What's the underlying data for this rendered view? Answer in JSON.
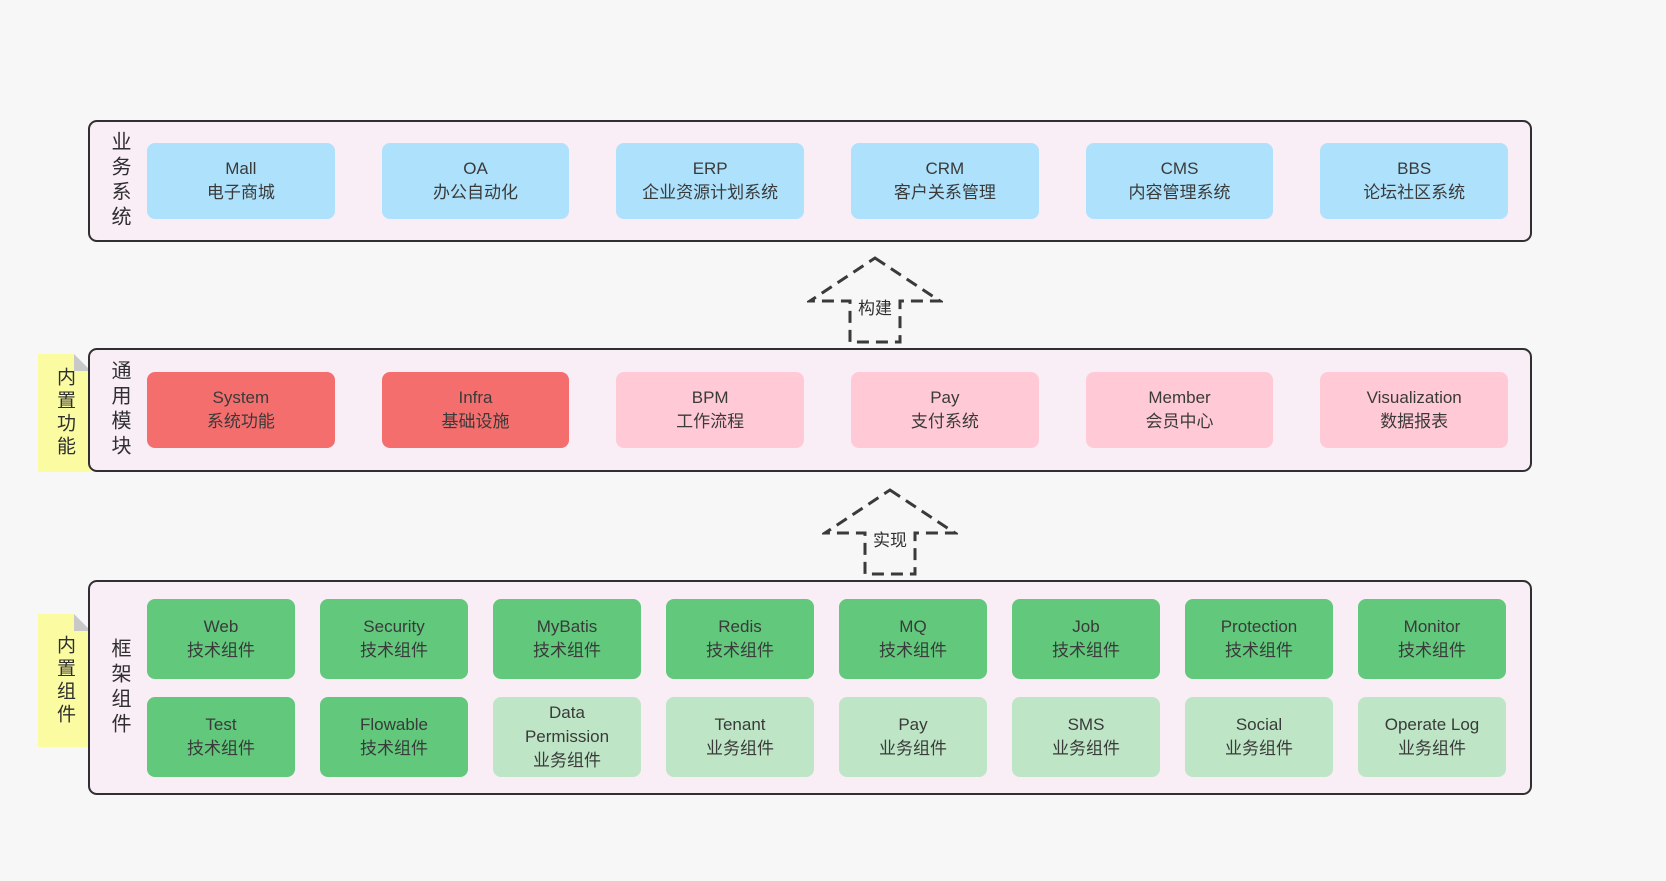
{
  "colors": {
    "page_bg": "#f7f7f7",
    "layer_bg": "#f9edf6",
    "layer_border": "#303030",
    "blue_box": "#aee1fb",
    "red_box": "#f56e6e",
    "pink_box": "#ffcad5",
    "green_box": "#61c87c",
    "light_green_box": "#bee6c6",
    "sticky_bg": "#fbfba1",
    "sticky_fold": "#c8c8c8",
    "arrow_stroke": "#3a3a3a",
    "text": "#3a3a3a"
  },
  "arrows": {
    "build": {
      "label": "构建"
    },
    "implement": {
      "label": "实现"
    }
  },
  "layers": {
    "business": {
      "side_label": "业务系统",
      "boxes": [
        {
          "title": "Mall",
          "subtitle": "电子商城",
          "variant": "blue"
        },
        {
          "title": "OA",
          "subtitle": "办公自动化",
          "variant": "blue"
        },
        {
          "title": "ERP",
          "subtitle": "企业资源计划系统",
          "variant": "blue"
        },
        {
          "title": "CRM",
          "subtitle": "客户关系管理",
          "variant": "blue"
        },
        {
          "title": "CMS",
          "subtitle": "内容管理系统",
          "variant": "blue"
        },
        {
          "title": "BBS",
          "subtitle": "论坛社区系统",
          "variant": "blue"
        }
      ]
    },
    "modules": {
      "side_label": "通用模块",
      "sticky_label": "内置功能",
      "boxes": [
        {
          "title": "System",
          "subtitle": "系统功能",
          "variant": "red"
        },
        {
          "title": "Infra",
          "subtitle": "基础设施",
          "variant": "red"
        },
        {
          "title": "BPM",
          "subtitle": "工作流程",
          "variant": "pink"
        },
        {
          "title": "Pay",
          "subtitle": "支付系统",
          "variant": "pink"
        },
        {
          "title": "Member",
          "subtitle": "会员中心",
          "variant": "pink"
        },
        {
          "title": "Visualization",
          "subtitle": "数据报表",
          "variant": "pink"
        }
      ]
    },
    "components": {
      "side_label": "框架组件",
      "sticky_label": "内置组件",
      "rows": [
        [
          {
            "title": "Web",
            "subtitle": "技术组件",
            "variant": "green"
          },
          {
            "title": "Security",
            "subtitle": "技术组件",
            "variant": "green"
          },
          {
            "title": "MyBatis",
            "subtitle": "技术组件",
            "variant": "green"
          },
          {
            "title": "Redis",
            "subtitle": "技术组件",
            "variant": "green"
          },
          {
            "title": "MQ",
            "subtitle": "技术组件",
            "variant": "green"
          },
          {
            "title": "Job",
            "subtitle": "技术组件",
            "variant": "green"
          },
          {
            "title": "Protection",
            "subtitle": "技术组件",
            "variant": "green"
          },
          {
            "title": "Monitor",
            "subtitle": "技术组件",
            "variant": "green"
          }
        ],
        [
          {
            "title": "Test",
            "subtitle": "技术组件",
            "variant": "green"
          },
          {
            "title": "Flowable",
            "subtitle": "技术组件",
            "variant": "green"
          },
          {
            "title": "Data Permission",
            "subtitle": "业务组件",
            "variant": "lightgreen"
          },
          {
            "title": "Tenant",
            "subtitle": "业务组件",
            "variant": "lightgreen"
          },
          {
            "title": "Pay",
            "subtitle": "业务组件",
            "variant": "lightgreen"
          },
          {
            "title": "SMS",
            "subtitle": "业务组件",
            "variant": "lightgreen"
          },
          {
            "title": "Social",
            "subtitle": "业务组件",
            "variant": "lightgreen"
          },
          {
            "title": "Operate Log",
            "subtitle": "业务组件",
            "variant": "lightgreen"
          }
        ]
      ]
    }
  }
}
